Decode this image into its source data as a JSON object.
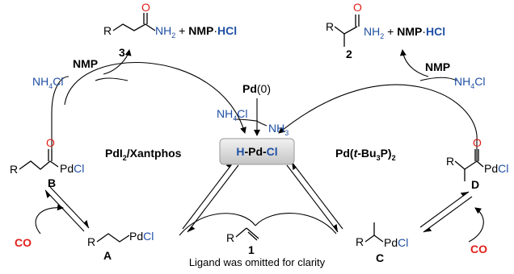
{
  "center": {
    "h": "H",
    "pd": "Pd",
    "cl": "Cl"
  },
  "left_catalyst": {
    "main": "PdI",
    "sub": "2",
    "rest": "/Xantphos"
  },
  "right_catalyst": {
    "pre": "Pd(",
    "t": "t",
    "mid": "-Bu",
    "sub3": "3",
    "post": "P)",
    "sub2": "2"
  },
  "pd0": {
    "pd": "Pd",
    "rest": "(0)"
  },
  "reagents": {
    "nh4cl": "NH",
    "sub4": "4",
    "cl": "Cl",
    "nh3": "NH",
    "sub3": "3",
    "nmp": "NMP",
    "co": "CO",
    "plus": "+",
    "nmp_hcl": "NMP",
    "dot": "·",
    "hcl": "HCl"
  },
  "product3": {
    "r": "R",
    "o": "O",
    "nh2": "NH",
    "sub2": "2",
    "label": "3"
  },
  "product2": {
    "r": "R",
    "o": "O",
    "nh2": "NH",
    "sub2": "2",
    "label": "2"
  },
  "speciesB": {
    "r": "R",
    "o": "O",
    "pdcl_pd": "Pd",
    "pdcl_cl": "Cl",
    "label": "B"
  },
  "speciesD": {
    "r": "R",
    "o": "O",
    "pdcl_pd": "Pd",
    "pdcl_cl": "Cl",
    "label": "D"
  },
  "speciesA": {
    "r": "R",
    "pdcl_pd": "Pd",
    "pdcl_cl": "Cl",
    "label": "A"
  },
  "speciesC": {
    "r": "R",
    "pdcl_pd": "Pd",
    "pdcl_cl": "Cl",
    "label": "C"
  },
  "alkene": {
    "r": "R",
    "label": "1"
  },
  "footnote": "Ligand was omitted for clarity",
  "colors": {
    "blue": "#1f4fa3",
    "red": "#e0201b",
    "box_fill": "#d9d9d9"
  }
}
